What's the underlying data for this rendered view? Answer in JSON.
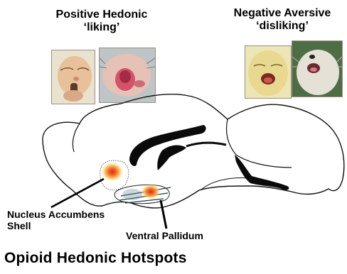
{
  "positive": {
    "line1": "Positive Hedonic",
    "line2": "‘liking’"
  },
  "negative": {
    "line1": "Negative Aversive",
    "line2": "‘disliking’"
  },
  "labels": {
    "nucleus_line1": "Nucleus Accumbens",
    "nucleus_line2": "Shell",
    "ventral_pallidum": "Ventral Pallidum"
  },
  "footer": "Opioid Hedonic Hotspots",
  "colors": {
    "hotspot_core": "#e8261e",
    "hotspot_mid": "#f4a23a",
    "hotspot_outer": "#fff2a8"
  }
}
